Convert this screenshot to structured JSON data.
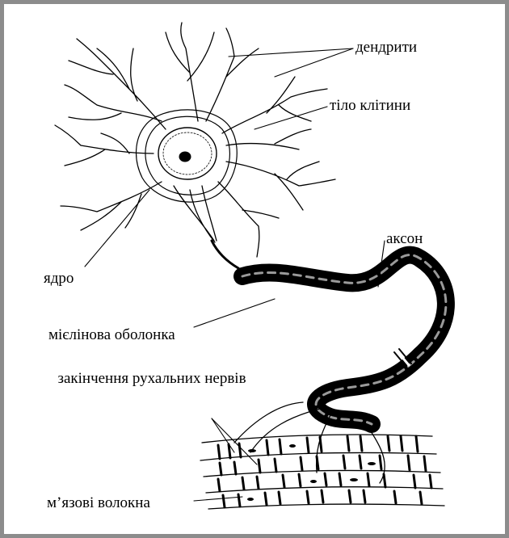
{
  "labels": {
    "dendrites": "дендрити",
    "cell_body": "тіло клітини",
    "axon": "аксон",
    "nucleus": "ядро",
    "myelin_sheath": "мієлінова оболонка",
    "motor_nerve_endings": "закінчення рухальних нервів",
    "muscle_fibers": "м’язові волокна"
  },
  "colors": {
    "frame": "#8c8c8c",
    "ink": "#000000",
    "background": "#ffffff"
  }
}
